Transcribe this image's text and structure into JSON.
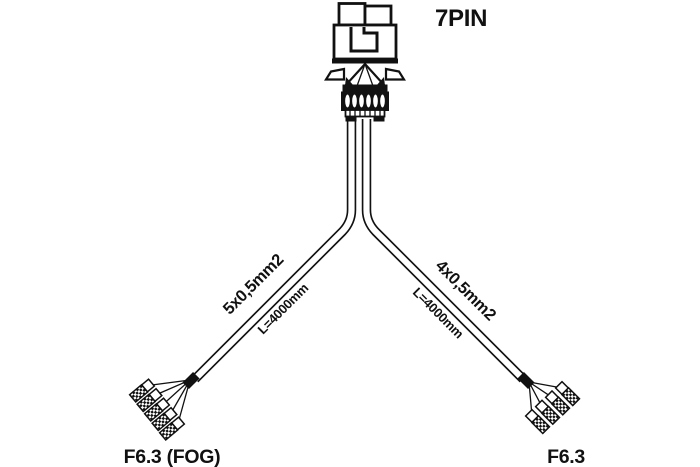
{
  "connector_top": {
    "label": "7PIN",
    "pin_count": 7
  },
  "branch_left": {
    "wire_spec": "5x0,5mm2",
    "length": "L=4000mm",
    "connector": "F6.3 (FOG)",
    "terminal_count": 5
  },
  "branch_right": {
    "wire_spec": "4x0,5mm2",
    "length": "L=4000mm",
    "connector": "F6.3",
    "terminal_count": 4
  },
  "colors": {
    "line": "#111111",
    "background": "#ffffff"
  }
}
